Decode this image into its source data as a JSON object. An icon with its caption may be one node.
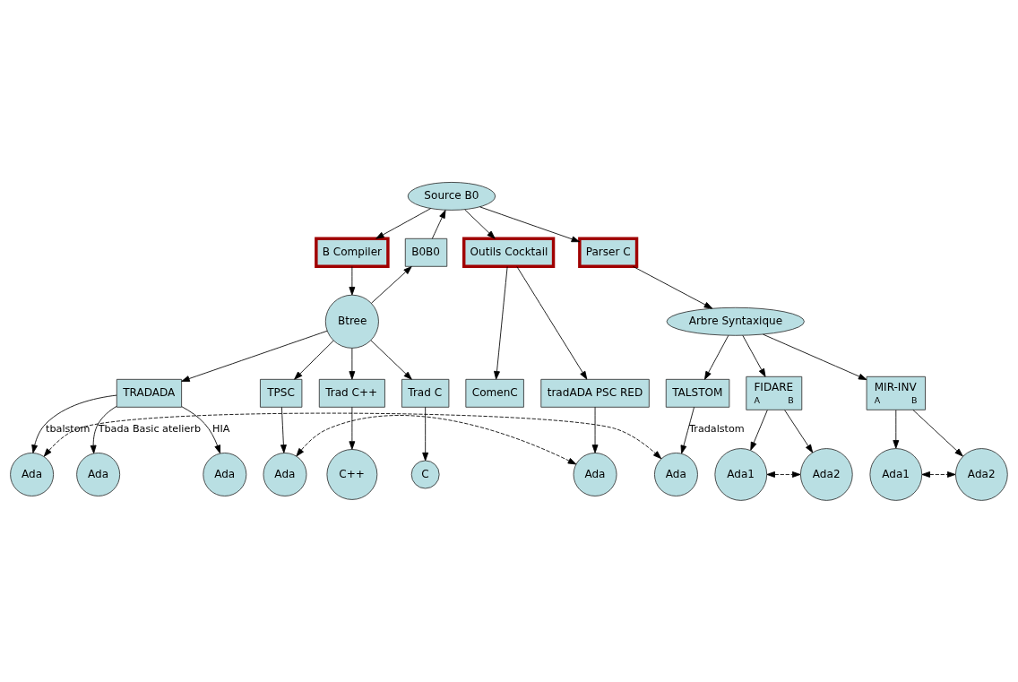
{
  "diagram": {
    "nodes": [
      {
        "text": [
          "Source B0"
        ]
      },
      {
        "text": [
          "B0B0"
        ]
      },
      {
        "text": [
          "B Compiler"
        ]
      },
      {
        "text": [
          "Parser C"
        ]
      },
      {
        "text": [
          "Outils Cocktail"
        ]
      },
      {
        "text": [
          "Btree"
        ]
      },
      {
        "text": [
          "Arbre Syntaxique"
        ]
      },
      {
        "text": [
          "Trad C++"
        ]
      },
      {
        "text": [
          "Trad C"
        ]
      },
      {
        "text": [
          "TPSC"
        ]
      },
      {
        "text": [
          "TRADADA"
        ]
      },
      {
        "text": [
          "FIDARE",
          "A",
          "B"
        ]
      },
      {
        "text": [
          "MIR-INV",
          "A",
          "B"
        ]
      },
      {
        "text": [
          "tradADA PSC RED"
        ]
      },
      {
        "text": [
          "ComenC"
        ]
      },
      {
        "text": [
          "Ada1"
        ]
      },
      {
        "text": [
          "Ada2"
        ]
      },
      {
        "text": [
          "Ada1"
        ]
      },
      {
        "text": [
          "Ada2"
        ]
      },
      {
        "text": [
          "TALSTOM"
        ]
      },
      {
        "text": [
          "Ada"
        ]
      },
      {
        "text": [
          "C++"
        ]
      },
      {
        "text": [
          "C"
        ]
      },
      {
        "text": [
          "Ada"
        ]
      },
      {
        "text": [
          "Ada"
        ]
      },
      {
        "text": [
          "Ada"
        ]
      },
      {
        "text": [
          "Ada"
        ]
      },
      {
        "text": [
          "Ada"
        ]
      }
    ],
    "edges": [
      {
        "from": 1,
        "to": 0,
        "arrow": "to"
      },
      {
        "from": 0,
        "to": 2,
        "arrow": "to"
      },
      {
        "from": 0,
        "to": 3,
        "arrow": "to"
      },
      {
        "from": 0,
        "to": 4,
        "arrow": "to"
      },
      {
        "from": 2,
        "to": 5,
        "arrow": "to"
      },
      {
        "from": 5,
        "to": 1,
        "arrow": "to"
      },
      {
        "from": 3,
        "to": 6,
        "arrow": "to"
      },
      {
        "from": 4,
        "to": 13,
        "arrow": "to"
      },
      {
        "from": 4,
        "to": 14,
        "arrow": "to"
      },
      {
        "from": 5,
        "to": 7,
        "arrow": "to"
      },
      {
        "from": 5,
        "to": 8,
        "arrow": "to"
      },
      {
        "from": 5,
        "to": 9,
        "arrow": "to"
      },
      {
        "from": 5,
        "to": 10,
        "arrow": "to"
      },
      {
        "from": 6,
        "to": 11,
        "arrow": "to"
      },
      {
        "from": 6,
        "to": 19,
        "arrow": "to"
      },
      {
        "from": 6,
        "to": 12,
        "arrow": "to"
      },
      {
        "from": 11,
        "to": 15,
        "arrow": "to"
      },
      {
        "from": 11,
        "to": 16,
        "arrow": "to"
      },
      {
        "from": 12,
        "to": 17,
        "arrow": "to"
      },
      {
        "from": 12,
        "to": 18,
        "arrow": "to"
      },
      {
        "from": 15,
        "to": 16,
        "arrow": "both",
        "style": "dashed"
      },
      {
        "from": 17,
        "to": 18,
        "arrow": "both",
        "style": "dashed"
      },
      {
        "from": 13,
        "to": 20,
        "arrow": "to"
      },
      {
        "from": 7,
        "to": 21,
        "arrow": "to"
      },
      {
        "from": 8,
        "to": 22,
        "arrow": "to"
      },
      {
        "from": 9,
        "to": 23,
        "arrow": "to"
      },
      {
        "from": 10,
        "to": 24,
        "arrow": "to",
        "label": "Tbada Basic atelierb"
      },
      {
        "from": 10,
        "to": 25,
        "arrow": "to",
        "label": "HIA"
      },
      {
        "from": 10,
        "to": 26,
        "arrow": "to",
        "label": "tbalstom"
      },
      {
        "from": 19,
        "to": 27,
        "arrow": "to",
        "label": "Tradalstom"
      },
      {
        "from": 26,
        "to": 27,
        "arrow": "both",
        "style": "dashed"
      },
      {
        "from": 23,
        "to": 20,
        "arrow": "both",
        "style": "dashed"
      }
    ]
  }
}
